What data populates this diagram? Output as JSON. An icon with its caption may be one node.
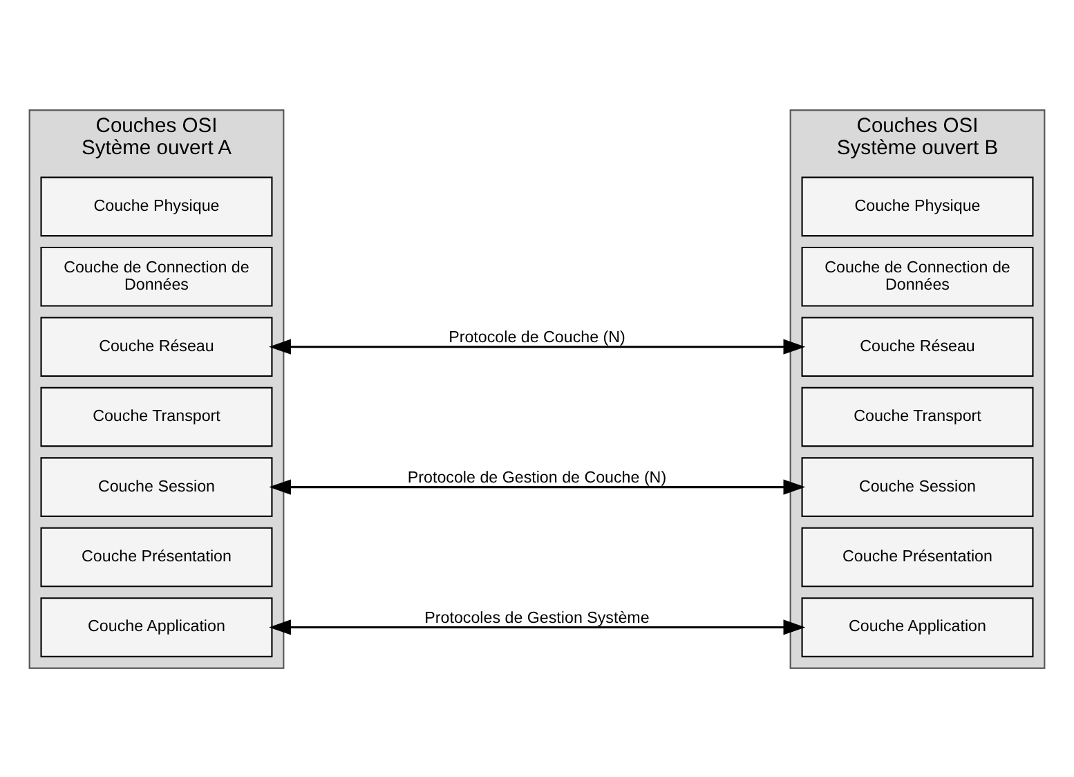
{
  "diagram": {
    "nodes": [
      {
        "text": [
          "Couches OSI",
          "Sytème ouvert A"
        ]
      },
      {
        "text": [
          "Couche Application"
        ],
        "in": 0
      },
      {
        "text": [
          "Couche Présentation"
        ],
        "in": 0
      },
      {
        "text": [
          "Couche Session"
        ],
        "in": 0
      },
      {
        "text": [
          "Couche Transport"
        ],
        "in": 0
      },
      {
        "text": [
          "Couche Réseau"
        ],
        "in": 0
      },
      {
        "text": [
          "Couche de Connection de Données"
        ],
        "in": 0
      },
      {
        "text": [
          "Couche Physique"
        ],
        "in": 0
      },
      {
        "text": [
          "Couches OSI",
          "Système ouvert B"
        ]
      },
      {
        "text": [
          "Couche Application"
        ],
        "in": 8
      },
      {
        "text": [
          "Couche Présentation"
        ],
        "in": 8
      },
      {
        "text": [
          "Couche Session"
        ],
        "in": 8
      },
      {
        "text": [
          "Couche Transport"
        ],
        "in": 8
      },
      {
        "text": [
          "Couche Réseau"
        ],
        "in": 8
      },
      {
        "text": [
          "Couche de Connection de Données"
        ],
        "in": 8
      },
      {
        "text": [
          "Couche Physique"
        ],
        "in": 8
      }
    ],
    "edges": [
      {
        "from": 1,
        "to": 9,
        "arrow": "both",
        "label": "Protocoles de Gestion Système"
      },
      {
        "from": 3,
        "to": 11,
        "arrow": "both",
        "label": "Protocole de Gestion de Couche (N)"
      },
      {
        "from": 5,
        "to": 13,
        "arrow": "both",
        "label": "Protocole de Couche (N)"
      }
    ]
  }
}
